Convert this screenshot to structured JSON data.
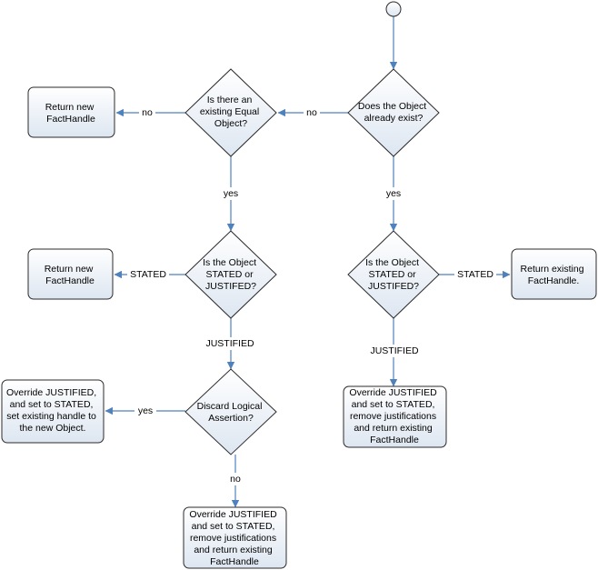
{
  "colors": {
    "shape_fill_top": "#ffffff",
    "shape_fill_bottom": "#dde6f1",
    "shape_stroke": "#2b2b2b",
    "connector": "#4f81bd",
    "text": "#000000"
  },
  "decisions": {
    "object_exists": [
      "Does the Object",
      "already exist?"
    ],
    "equal_object": [
      "Is there an",
      "existing Equal",
      "Object?"
    ],
    "stated_left": [
      "Is the Object",
      "STATED or",
      "JUSTIFED?"
    ],
    "stated_right": [
      "Is the Object",
      "STATED or",
      "JUSTIFED?"
    ],
    "discard": [
      "Discard Logical",
      "Assertion?"
    ]
  },
  "processes": {
    "return_new_top": [
      "Return new",
      "FactHandle"
    ],
    "return_new_mid": [
      "Return new",
      "FactHandle"
    ],
    "return_existing": [
      "Return existing",
      "FactHandle."
    ],
    "override_new_object": [
      "Override JUSTIFIED,",
      "and set to STATED,",
      "set existing handle to",
      "the new Object."
    ],
    "override_right": [
      "Override JUSTIFIED",
      "and set to STATED,",
      "remove justifications",
      "and return existing",
      "FactHandle"
    ],
    "override_bottom": [
      "Override JUSTIFIED",
      "and set to STATED,",
      "remove justifications",
      "and return existing",
      "FactHandle"
    ]
  },
  "edge_labels": {
    "no_exists": "no",
    "no_equal": "no",
    "yes_equal": "yes",
    "yes_exists": "yes",
    "stated_left": "STATED",
    "stated_right": "STATED",
    "justified_left": "JUSTIFIED",
    "justified_right": "JUSTIFIED",
    "yes_discard": "yes",
    "no_discard": "no"
  }
}
